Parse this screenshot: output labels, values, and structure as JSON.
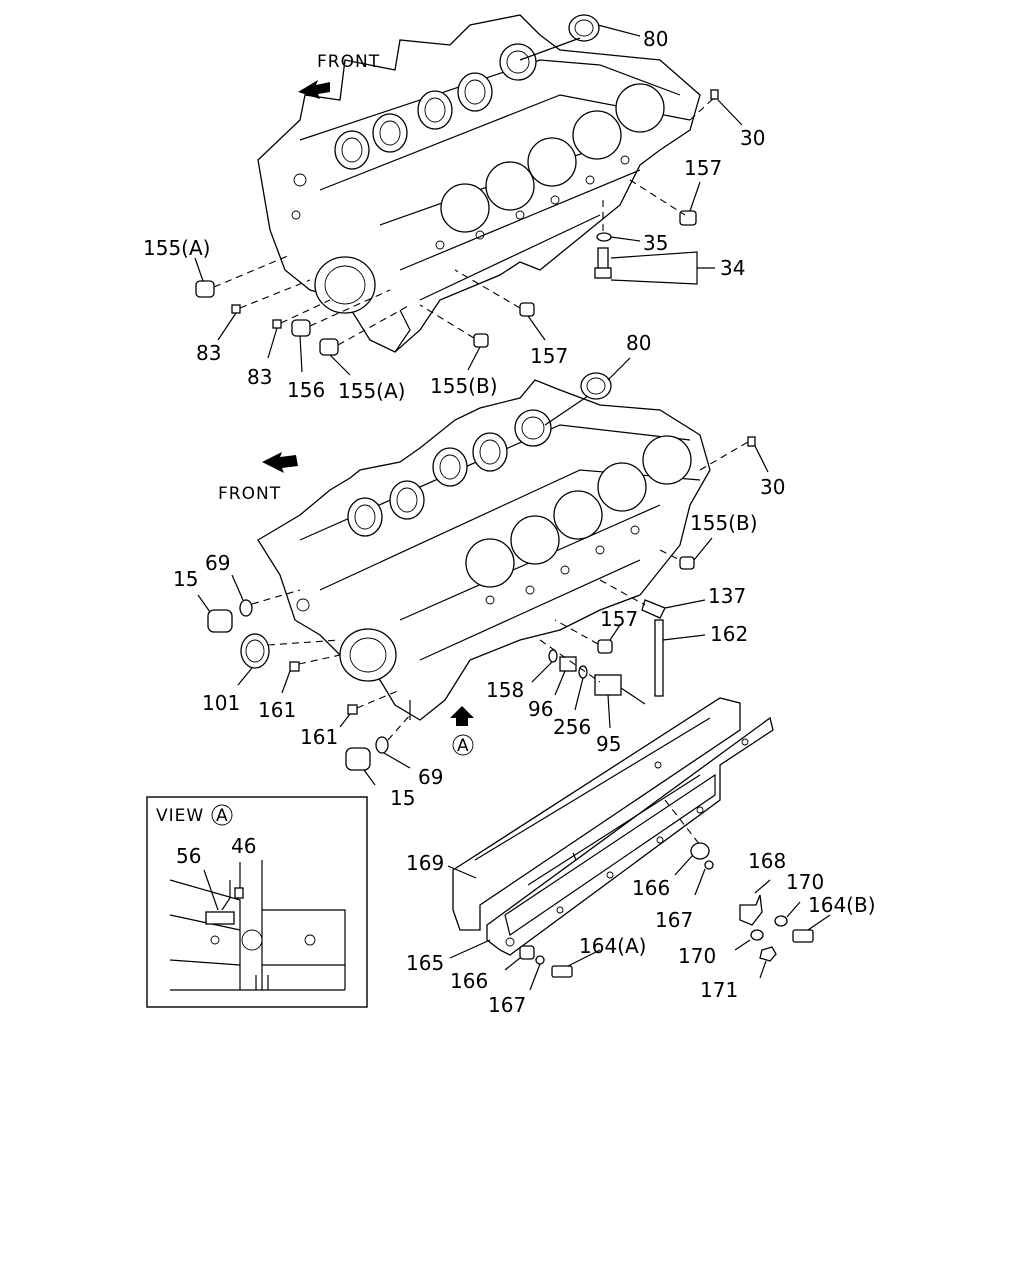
{
  "labels": {
    "front_top": "FRONT",
    "front_mid": "FRONT",
    "view_a_title": "VIEW",
    "view_a_letter": "A",
    "marker_a": "A",
    "p80_top": "80",
    "p30_top": "30",
    "p157_top_right": "157",
    "p35": "35",
    "p34": "34",
    "p155a_left": "155(A)",
    "p83_a": "83",
    "p83_b": "83",
    "p156": "156",
    "p155a_bottom": "155(A)",
    "p155b_top": "155(B)",
    "p157_top_bottom": "157",
    "p80_mid": "80",
    "p30_mid": "30",
    "p155b_mid": "155(B)",
    "p137": "137",
    "p157_mid": "157",
    "p162": "162",
    "p69_upper": "69",
    "p15_upper": "15",
    "p101": "101",
    "p161_a": "161",
    "p161_b": "161",
    "p158": "158",
    "p96": "96",
    "p256": "256",
    "p95": "95",
    "p69_lower": "69",
    "p15_lower": "15",
    "p56": "56",
    "p46": "46",
    "p169": "169",
    "p165": "165",
    "p166_a": "166",
    "p167_a": "167",
    "p166_b": "166",
    "p167_b": "167",
    "p164a": "164(A)",
    "p168": "168",
    "p170_a": "170",
    "p164b": "164(B)",
    "p170_b": "170",
    "p171": "171"
  },
  "icons": [
    "arrow-front-icon",
    "arrow-view-a-icon"
  ]
}
